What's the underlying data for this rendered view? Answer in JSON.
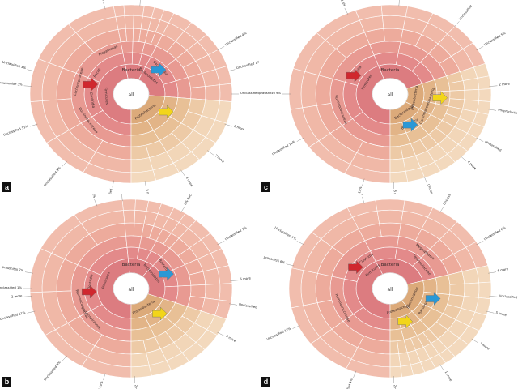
{
  "panels": [
    {
      "tag": "a",
      "ring_labels": [
        {
          "text": "Bacteria",
          "ring": 1,
          "angle": 0
        },
        {
          "text": "Firmicutes",
          "ring": 2,
          "angle": -95
        },
        {
          "text": "Clostridia",
          "ring": 3,
          "angle": -100
        },
        {
          "text": "Bacteroidetes",
          "ring": 2,
          "angle": 40
        },
        {
          "text": "Bacteroidia",
          "ring": 3,
          "angle": 45
        },
        {
          "text": "Proteobacteria",
          "ring": 2,
          "angle": 145
        },
        {
          "text": "Bacilli",
          "ring": 3,
          "angle": -55
        },
        {
          "text": "Ruminococcaceae",
          "ring": 4,
          "angle": -125
        },
        {
          "text": "Lachnospiraceae",
          "ring": 4,
          "angle": -75
        },
        {
          "text": "Megamonas",
          "ring": 4,
          "angle": -25
        }
      ],
      "outer_labels": [
        {
          "text": "Unclassified 11%",
          "angle": -110
        },
        {
          "text": "Unclassified 9%",
          "angle": -140
        },
        {
          "text": "Unclassified",
          "angle": -170
        },
        {
          "text": "Unclassified 5%",
          "angle": -15
        },
        {
          "text": "Unclassified",
          "angle": 5
        },
        {
          "text": "pneumoniae 3%",
          "angle": -85
        },
        {
          "text": "Unclassified 3%",
          "angle": -75
        },
        {
          "text": "Unclassified 4%",
          "angle": 60
        },
        {
          "text": "Unclassified 1%",
          "angle": 75
        },
        {
          "text": "Unclassified",
          "angle": 90
        },
        {
          "text": "6 more",
          "angle": 110
        },
        {
          "text": "2 more",
          "angle": 130
        },
        {
          "text": "4 more",
          "angle": 150
        },
        {
          "text": "5 more",
          "angle": 172
        }
      ]
    },
    {
      "tag": "c",
      "ring_labels": [
        {
          "text": "Bacteria",
          "ring": 1,
          "angle": 0
        },
        {
          "text": "Firmicutes",
          "ring": 2,
          "angle": -60
        },
        {
          "text": "Clostridia",
          "ring": 3,
          "angle": -55
        },
        {
          "text": "Proteobacteria",
          "ring": 2,
          "angle": 100
        },
        {
          "text": "Gammaproteobacteria",
          "ring": 3,
          "angle": 110
        },
        {
          "text": "Bacteroidetes",
          "ring": 2,
          "angle": 145
        },
        {
          "text": "Bacteroidia",
          "ring": 3,
          "angle": 150
        },
        {
          "text": "Ruminococcaceae",
          "ring": 4,
          "angle": -110
        }
      ],
      "outer_labels": [
        {
          "text": "Unclassified 13%",
          "angle": 5
        },
        {
          "text": "Unclassified 6%",
          "angle": -25
        },
        {
          "text": "Unclassified",
          "angle": 40
        },
        {
          "text": "Unclassified 5%",
          "angle": 60
        },
        {
          "text": "2 more",
          "angle": 85
        },
        {
          "text": "9% producta",
          "angle": 100
        },
        {
          "text": "Unclassified",
          "angle": 120
        },
        {
          "text": "4 more",
          "angle": 135
        },
        {
          "text": "Unclassified 11%",
          "angle": -120
        },
        {
          "text": "prausnitzii 9%",
          "angle": -90
        },
        {
          "text": "Unclassified 15%",
          "angle": -165
        },
        {
          "text": "Unclassified",
          "angle": 160
        },
        {
          "text": "5 more",
          "angle": 178
        }
      ]
    },
    {
      "tag": "b",
      "ring_labels": [
        {
          "text": "Bacteria",
          "ring": 1,
          "angle": 0
        },
        {
          "text": "Firmicutes",
          "ring": 2,
          "angle": -70
        },
        {
          "text": "Clostridia",
          "ring": 3,
          "angle": -80
        },
        {
          "text": "Bacteroidetes",
          "ring": 2,
          "angle": 50
        },
        {
          "text": "Bacteroidia",
          "ring": 3,
          "angle": 55
        },
        {
          "text": "Proteobacteria",
          "ring": 2,
          "angle": 150
        },
        {
          "text": "Ruminococcaceae",
          "ring": 4,
          "angle": -110
        },
        {
          "text": "Lachnospiraceae",
          "ring": 4,
          "angle": -130
        }
      ],
      "outer_labels": [
        {
          "text": "6% Bacteroides",
          "angle": 30
        },
        {
          "text": "Unclassified 7%",
          "angle": 60
        },
        {
          "text": "6 more",
          "angle": 85
        },
        {
          "text": "Unclassified",
          "angle": 100
        },
        {
          "text": "6 more",
          "angle": 120
        },
        {
          "text": "Unclassified 4%",
          "angle": -20
        },
        {
          "text": "2 more",
          "angle": -5
        },
        {
          "text": "Unclassified 11%",
          "angle": -105
        },
        {
          "text": "2 more",
          "angle": -95
        },
        {
          "text": "Unclassified 1%",
          "angle": -90
        },
        {
          "text": "prausnitzii 7%",
          "angle": -80
        },
        {
          "text": "Unclassified 8%",
          "angle": -140
        },
        {
          "text": "Unclassified 10%",
          "angle": -165
        },
        {
          "text": "2 more",
          "angle": 178
        }
      ]
    },
    {
      "tag": "d",
      "ring_labels": [
        {
          "text": "Bacteria",
          "ring": 1,
          "angle": 0
        },
        {
          "text": "Firmicutes",
          "ring": 2,
          "angle": -40
        },
        {
          "text": "Clostridia",
          "ring": 3,
          "angle": -35
        },
        {
          "text": "Bacteroidetes",
          "ring": 2,
          "angle": 115
        },
        {
          "text": "Bacteroidia",
          "ring": 3,
          "angle": 120
        },
        {
          "text": "Proteobacteria",
          "ring": 2,
          "angle": 160
        },
        {
          "text": "Ruminococcaceae",
          "ring": 4,
          "angle": -115
        },
        {
          "text": "Megasphaera",
          "ring": 4,
          "angle": 40
        },
        {
          "text": "Veillonellaceae",
          "ring": 3,
          "angle": 50
        }
      ],
      "outer_labels": [
        {
          "text": "Unclassified 21%",
          "angle": -15
        },
        {
          "text": "Unclassified",
          "angle": 30
        },
        {
          "text": "Unclassified 6%",
          "angle": 60
        },
        {
          "text": "6 more",
          "angle": 80
        },
        {
          "text": "Unclassified 5%",
          "angle": 95
        },
        {
          "text": "5 more",
          "angle": 105
        },
        {
          "text": "3 more",
          "angle": 125
        },
        {
          "text": "1 more",
          "angle": 150
        },
        {
          "text": "Unclassified 7%",
          "angle": -60
        },
        {
          "text": "prausnitzii 6%",
          "angle": -75
        },
        {
          "text": "Unclassified 12%",
          "angle": -115
        },
        {
          "text": "Unclassified 9%",
          "angle": -160
        },
        {
          "text": "2 more",
          "angle": 178
        }
      ]
    }
  ],
  "center_label": "all",
  "arrow_colors": {
    "red": "#d0282e",
    "blue": "#2a98d6",
    "yellow": "#f2d51a"
  },
  "ring_colors": [
    "#ffffff",
    "#d26a72",
    "#dc7c80",
    "#e38a8a",
    "#e89a92",
    "#edab9c",
    "#f0b8a7"
  ]
}
